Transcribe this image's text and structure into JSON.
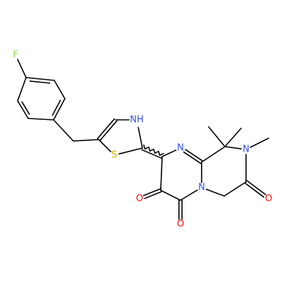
{
  "molecule": {
    "colors": {
      "bond": "#000000",
      "F": "#8ed94b",
      "N": "#3050f8",
      "O": "#ff0d0d",
      "S": "#c8b400"
    },
    "atoms": [
      {
        "id": "F1",
        "label": "F",
        "element": "F"
      },
      {
        "id": "NH",
        "label": "NH",
        "element": "N"
      },
      {
        "id": "S1",
        "label": "S",
        "element": "S"
      },
      {
        "id": "N3",
        "label": "N",
        "element": "N"
      },
      {
        "id": "N4",
        "label": "N",
        "element": "N"
      },
      {
        "id": "N5",
        "label": "N",
        "element": "N"
      },
      {
        "id": "O1",
        "label": "O",
        "element": "O"
      },
      {
        "id": "O2",
        "label": "O",
        "element": "O"
      },
      {
        "id": "O3",
        "label": "O",
        "element": "O"
      }
    ]
  }
}
